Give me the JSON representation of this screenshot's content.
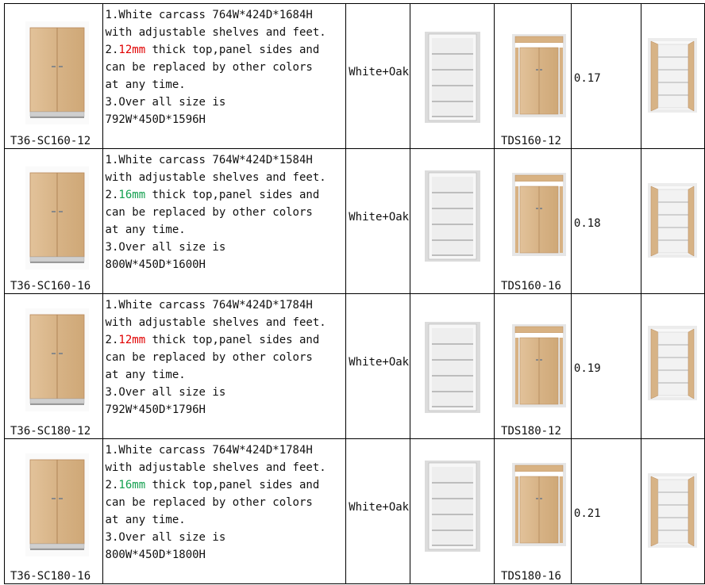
{
  "colors": {
    "oak": "#d9b488",
    "oak_dark": "#b8895a",
    "white_carcass": "#f4f4f4",
    "red_highlight": "#e00000",
    "green_highlight": "#14a050"
  },
  "rows": [
    {
      "model": "T36-SC160-12",
      "line1": "1.White carcass 764W*424D*1684H",
      "line2": "with adjustable shelves and feet.",
      "line3_prefix": "2.",
      "line3_thickness": "12mm",
      "line3_rest": " thick top,panel sides and",
      "line4": "can be replaced by other colors",
      "line5": "at any time.",
      "line6": "3.Over all size is",
      "line7": "792W*450D*1596H",
      "color": "White+Oak",
      "door_code": "TDS160-12",
      "volume": "0.17"
    },
    {
      "model": "T36-SC160-16",
      "line1": "1.White carcass 764W*424D*1584H",
      "line2": "with adjustable shelves and feet.",
      "line3_prefix": "2.",
      "line3_thickness": "16mm",
      "line3_rest": " thick top,panel sides and",
      "line4": "can be replaced by other colors",
      "line5": "at any time.",
      "line6": "3.Over all size is",
      "line7": "800W*450D*1600H",
      "color": "White+Oak",
      "door_code": "TDS160-16",
      "volume": "0.18"
    },
    {
      "model": "T36-SC180-12",
      "line1": "1.White carcass 764W*424D*1784H",
      "line2": "with adjustable shelves and feet.",
      "line3_prefix": "2.",
      "line3_thickness": "12mm",
      "line3_rest": " thick top,panel sides and",
      "line4": "can be replaced by other colors",
      "line5": "at any time.",
      "line6": "3.Over all size is",
      "line7": "792W*450D*1796H",
      "color": "White+Oak",
      "door_code": "TDS180-12",
      "volume": "0.19"
    },
    {
      "model": "T36-SC180-16",
      "line1": "1.White carcass 764W*424D*1784H",
      "line2": "with adjustable shelves and feet.",
      "line3_prefix": "2.",
      "line3_thickness": "16mm",
      "line3_rest": " thick top,panel sides and",
      "line4": "can be replaced by other colors",
      "line5": "at any time.",
      "line6": "3.Over all size is",
      "line7": "800W*450D*1800H",
      "color": "White+Oak",
      "door_code": "TDS180-16",
      "volume": "0.21"
    }
  ]
}
